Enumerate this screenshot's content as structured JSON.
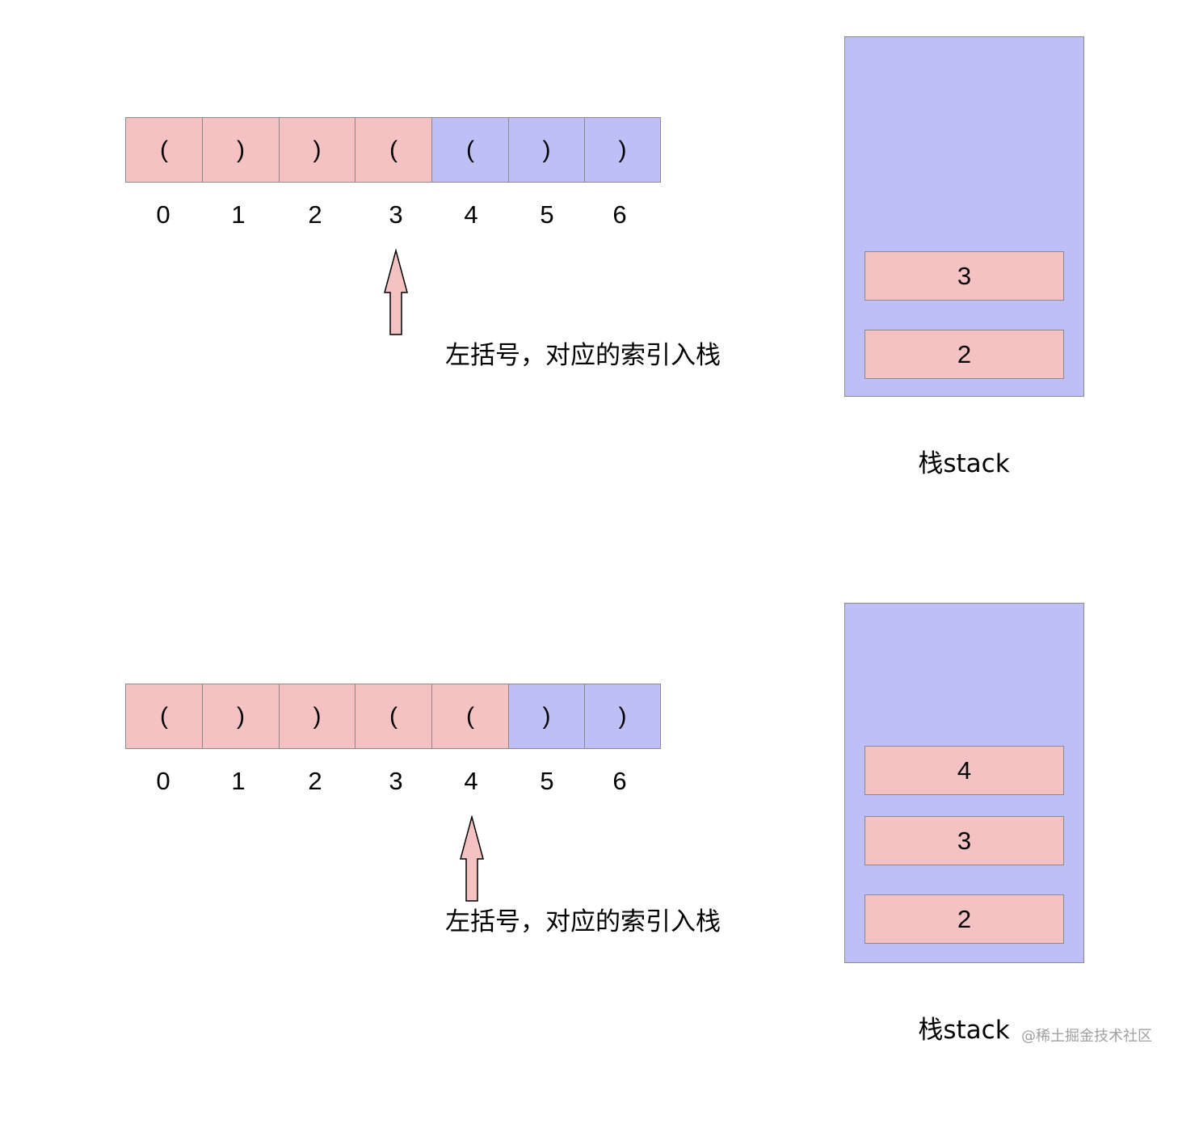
{
  "panels": [
    {
      "cells": [
        {
          "char": "(",
          "color": "pink"
        },
        {
          "char": ")",
          "color": "pink"
        },
        {
          "char": ")",
          "color": "pink"
        },
        {
          "char": "(",
          "color": "pink"
        },
        {
          "char": "(",
          "color": "blue"
        },
        {
          "char": ")",
          "color": "blue"
        },
        {
          "char": ")",
          "color": "blue"
        }
      ],
      "indices": [
        "0",
        "1",
        "2",
        "3",
        "4",
        "5",
        "6"
      ],
      "pointer_index": 3,
      "caption": "左括号，对应的索引入栈",
      "stack_items": [
        "3",
        "2"
      ],
      "stack_label": "栈stack"
    },
    {
      "cells": [
        {
          "char": "(",
          "color": "pink"
        },
        {
          "char": ")",
          "color": "pink"
        },
        {
          "char": ")",
          "color": "pink"
        },
        {
          "char": "(",
          "color": "pink"
        },
        {
          "char": "(",
          "color": "pink"
        },
        {
          "char": ")",
          "color": "blue"
        },
        {
          "char": ")",
          "color": "blue"
        }
      ],
      "indices": [
        "0",
        "1",
        "2",
        "3",
        "4",
        "5",
        "6"
      ],
      "pointer_index": 4,
      "caption": "左括号，对应的索引入栈",
      "stack_items": [
        "4",
        "3",
        "2"
      ],
      "stack_label": "栈stack"
    }
  ],
  "colors": {
    "pink": "#f4c2c2",
    "blue": "#bfbff7",
    "border": "#8a8a8a"
  },
  "watermark": "@稀土掘金技术社区"
}
